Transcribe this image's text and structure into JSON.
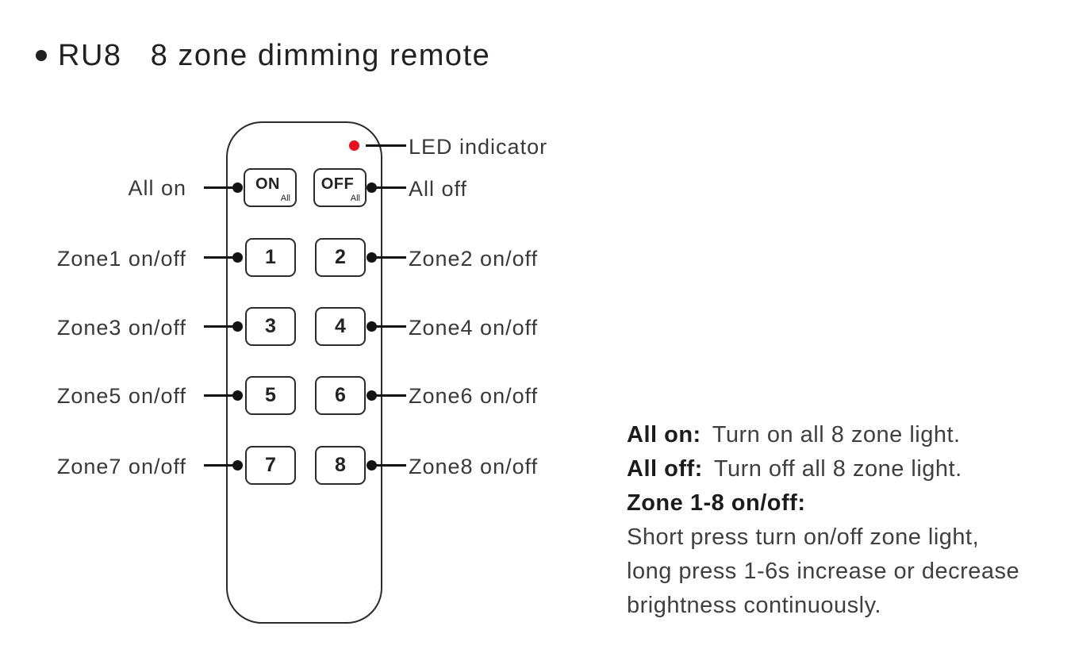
{
  "title": {
    "text": "RU8   8 zone dimming remote"
  },
  "remote": {
    "all_on_button": {
      "label": "ON",
      "sub": "All"
    },
    "all_off_button": {
      "label": "OFF",
      "sub": "All"
    },
    "zone_buttons": [
      "1",
      "2",
      "3",
      "4",
      "5",
      "6",
      "7",
      "8"
    ]
  },
  "callouts": {
    "left": [
      "All on",
      "Zone1 on/off",
      "Zone3 on/off",
      "Zone5 on/off",
      "Zone7 on/off"
    ],
    "right": [
      "LED indicator",
      "All off",
      "Zone2 on/off",
      "Zone4 on/off",
      "Zone6 on/off",
      "Zone8 on/off"
    ]
  },
  "info": {
    "lines": [
      {
        "label": "All on:",
        "text": "Turn on all 8 zone light."
      },
      {
        "label": "All off:",
        "text": "Turn off all 8 zone light."
      },
      {
        "label": "Zone 1-8 on/off:",
        "text": ""
      },
      {
        "label": "",
        "text": "Short press turn on/off zone light,"
      },
      {
        "label": "",
        "text": "long press 1-6s increase or decrease"
      },
      {
        "label": "",
        "text": "brightness continuously."
      }
    ]
  },
  "colors": {
    "led_red": "#e8111c",
    "ink": "#242021",
    "label_gray": "#3b3838"
  }
}
